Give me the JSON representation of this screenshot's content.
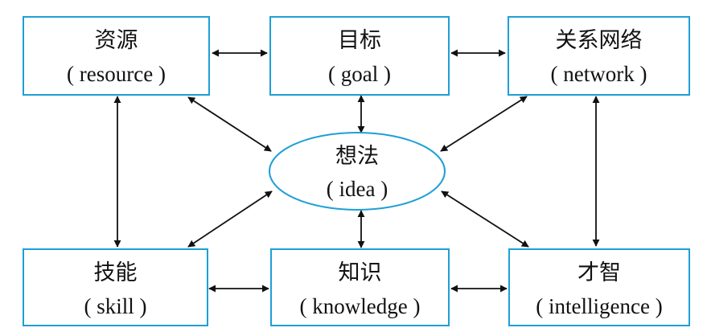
{
  "nodes": {
    "resource": {
      "zh": "资源",
      "en": "( resource )"
    },
    "goal": {
      "zh": "目标",
      "en": "( goal )"
    },
    "network": {
      "zh": "关系网络",
      "en": "( network )"
    },
    "idea": {
      "zh": "想法",
      "en": "( idea )"
    },
    "skill": {
      "zh": "技能",
      "en": "( skill )"
    },
    "knowledge": {
      "zh": "知识",
      "en": "( knowledge )"
    },
    "intelligence": {
      "zh": "才智",
      "en": "( intelligence )"
    }
  },
  "connections": [
    [
      "resource",
      "goal"
    ],
    [
      "goal",
      "network"
    ],
    [
      "skill",
      "knowledge"
    ],
    [
      "knowledge",
      "intelligence"
    ],
    [
      "resource",
      "skill"
    ],
    [
      "network",
      "intelligence"
    ],
    [
      "idea",
      "resource"
    ],
    [
      "idea",
      "goal"
    ],
    [
      "idea",
      "network"
    ],
    [
      "idea",
      "skill"
    ],
    [
      "idea",
      "knowledge"
    ],
    [
      "idea",
      "intelligence"
    ]
  ],
  "colors": {
    "border": "#1e9fd6",
    "arrow": "#111111",
    "text": "#111111"
  }
}
